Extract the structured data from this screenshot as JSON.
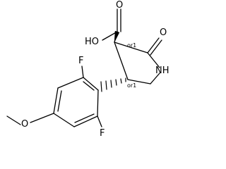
{
  "molecule": {
    "atoms": {
      "oxygen_carbonyl_acid": "O",
      "hydroxyl": "HO",
      "oxygen_lactam": "O",
      "nitrogen": "NH",
      "fluorine_top": "F",
      "fluorine_bottom": "F",
      "methoxy_oxygen": "O"
    },
    "stereo_labels": {
      "c3": "or1",
      "c4": "or1"
    }
  }
}
